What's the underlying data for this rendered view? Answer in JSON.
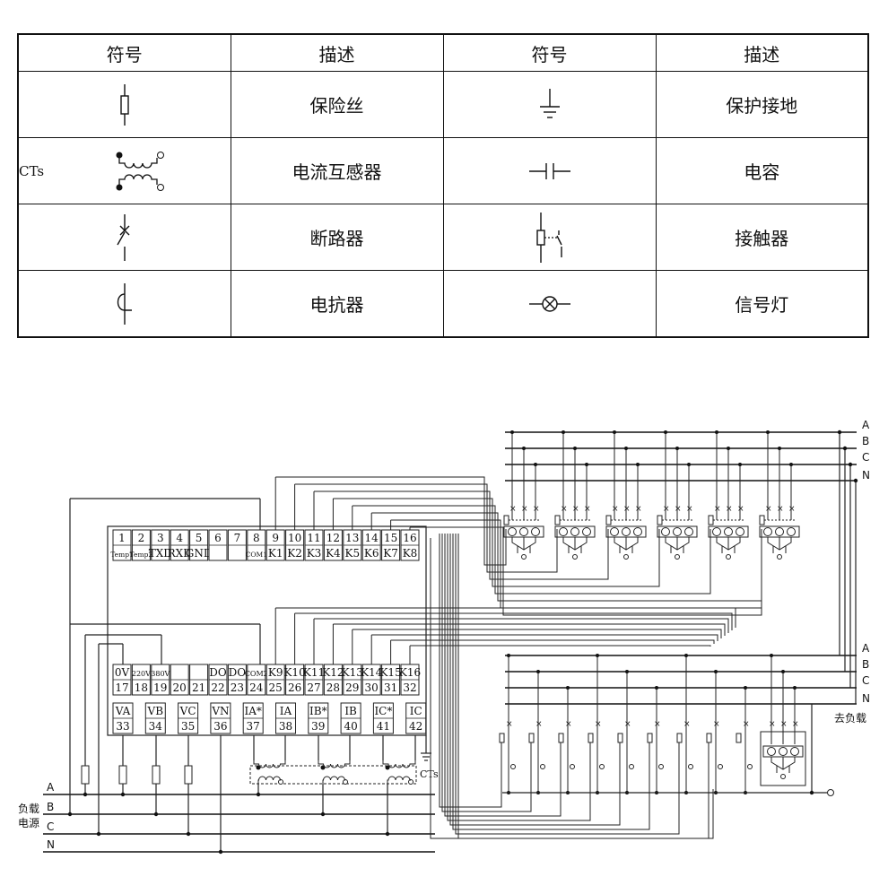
{
  "legend": {
    "headers": [
      "符号",
      "描述",
      "符号",
      "描述"
    ],
    "rows": [
      {
        "left_icon": "fuse-icon",
        "left_desc": "保险丝",
        "right_icon": "ground-icon",
        "right_desc": "保护接地"
      },
      {
        "left_icon": "current-transformer-icon",
        "left_prefix": "CTs",
        "left_desc": "电流互感器",
        "right_icon": "capacitor-icon",
        "right_desc": "电容"
      },
      {
        "left_icon": "breaker-icon",
        "left_desc": "断路器",
        "right_icon": "contactor-icon",
        "right_desc": "接触器"
      },
      {
        "left_icon": "reactor-icon",
        "left_desc": "电抗器",
        "right_icon": "signal-lamp-icon",
        "right_desc": "信号灯"
      }
    ]
  },
  "terminals_top": [
    {
      "num": "1",
      "name": "Temp1"
    },
    {
      "num": "2",
      "name": "Temp2"
    },
    {
      "num": "3",
      "name": "TXD"
    },
    {
      "num": "4",
      "name": "RXD"
    },
    {
      "num": "5",
      "name": "GND"
    },
    {
      "num": "6",
      "name": ""
    },
    {
      "num": "7",
      "name": ""
    },
    {
      "num": "8",
      "name": "COM1"
    },
    {
      "num": "9",
      "name": "K1"
    },
    {
      "num": "10",
      "name": "K2"
    },
    {
      "num": "11",
      "name": "K3"
    },
    {
      "num": "12",
      "name": "K4"
    },
    {
      "num": "13",
      "name": "K5"
    },
    {
      "num": "14",
      "name": "K6"
    },
    {
      "num": "15",
      "name": "K7"
    },
    {
      "num": "16",
      "name": "K8"
    }
  ],
  "terminals_mid": [
    {
      "num": "17",
      "name": "0V"
    },
    {
      "num": "18",
      "name": "220V"
    },
    {
      "num": "19",
      "name": "380V"
    },
    {
      "num": "20",
      "name": ""
    },
    {
      "num": "21",
      "name": ""
    },
    {
      "num": "22",
      "name": "DO"
    },
    {
      "num": "23",
      "name": "DO"
    },
    {
      "num": "24",
      "name": "COM2"
    },
    {
      "num": "25",
      "name": "K9"
    },
    {
      "num": "26",
      "name": "K10"
    },
    {
      "num": "27",
      "name": "K11"
    },
    {
      "num": "28",
      "name": "K12"
    },
    {
      "num": "29",
      "name": "K13"
    },
    {
      "num": "30",
      "name": "K14"
    },
    {
      "num": "31",
      "name": "K15"
    },
    {
      "num": "32",
      "name": "K16"
    }
  ],
  "terminals_bottom": [
    {
      "num": "33",
      "name": "VA"
    },
    {
      "num": "34",
      "name": "VB"
    },
    {
      "num": "35",
      "name": "VC"
    },
    {
      "num": "36",
      "name": "VN"
    },
    {
      "num": "37",
      "name": "IA*"
    },
    {
      "num": "38",
      "name": "IA"
    },
    {
      "num": "39",
      "name": "IB*"
    },
    {
      "num": "40",
      "name": "IB"
    },
    {
      "num": "41",
      "name": "IC*"
    },
    {
      "num": "42",
      "name": "IC"
    }
  ],
  "bus_labels": [
    "A",
    "B",
    "C",
    "N"
  ],
  "source_label_1": "负载",
  "source_label_2": "电源",
  "load_label": "去负载",
  "ct_label": "CTs"
}
